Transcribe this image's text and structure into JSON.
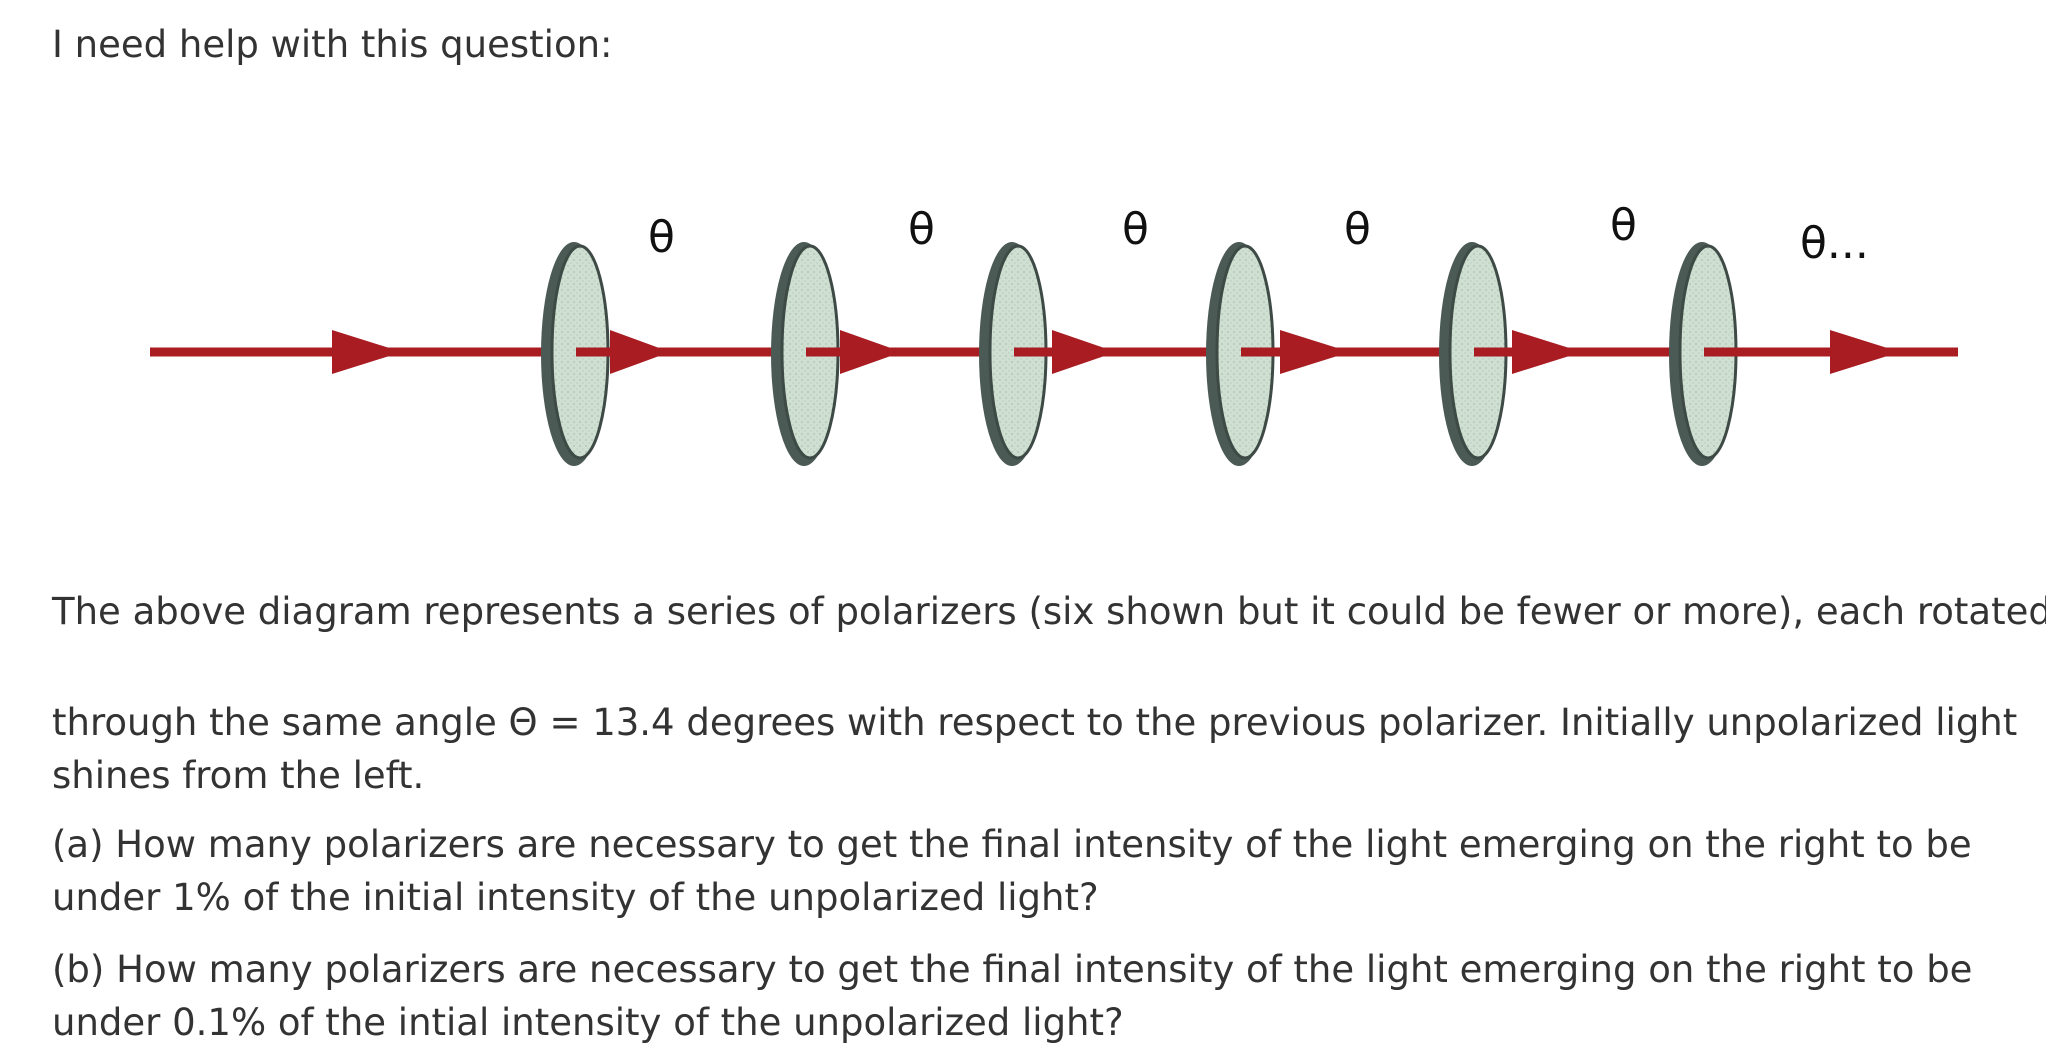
{
  "question": {
    "intro": "I need help with this question:",
    "paragraph1": "The above diagram represents a series of polarizers (six shown but it could be fewer or more), each rotated",
    "paragraph2_line1": "through the same angle Θ = 13.4 degrees with respect to the previous polarizer. Initially unpolarized light",
    "paragraph2_line2": "shines from the left.",
    "part_a_line1": "(a) How many polarizers are necessary to get the final intensity of the light emerging on the right to be",
    "part_a_line2": "under 1% of the initial intensity of the unpolarized light?",
    "part_b_line1": "(b) How many polarizers are necessary to get the final intensity of the light emerging on the right to be",
    "part_b_line2": "under 0.1% of the intial intensity of the unpolarized light?"
  },
  "diagram": {
    "angle_labels": [
      "θ",
      "θ",
      "θ",
      "θ",
      "θ",
      "θ..."
    ],
    "colors": {
      "beam": "#a81c22",
      "disc_fill": "#cfe0d2",
      "disc_edge": "#4b5a54"
    }
  }
}
